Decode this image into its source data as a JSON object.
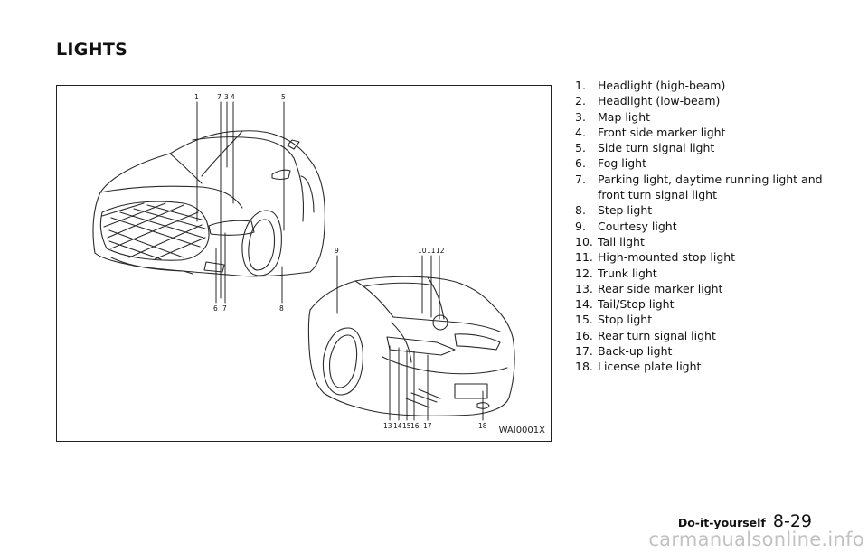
{
  "page": {
    "section_title": "LIGHTS",
    "figure_code": "WAI0001X",
    "chapter": "Do-it-yourself",
    "page_number": "8-29",
    "watermark": "carmanualsonline.info"
  },
  "figure": {
    "callouts": [
      "1",
      "7",
      "3",
      "4",
      "5",
      "6",
      "7",
      "8",
      "9",
      "10",
      "11",
      "12",
      "13",
      "14",
      "15",
      "16",
      "17",
      "18"
    ]
  },
  "legend": [
    {
      "num": "1.",
      "text": "Headlight (high-beam)"
    },
    {
      "num": "2.",
      "text": "Headlight (low-beam)"
    },
    {
      "num": "3.",
      "text": "Map light"
    },
    {
      "num": "4.",
      "text": "Front side marker light"
    },
    {
      "num": "5.",
      "text": "Side turn signal light"
    },
    {
      "num": "6.",
      "text": "Fog light"
    },
    {
      "num": "7.",
      "text": "Parking light, daytime running light and front turn signal light"
    },
    {
      "num": "8.",
      "text": "Step light"
    },
    {
      "num": "9.",
      "text": "Courtesy light"
    },
    {
      "num": "10.",
      "text": "Tail light"
    },
    {
      "num": "11.",
      "text": "High-mounted stop light"
    },
    {
      "num": "12.",
      "text": "Trunk light"
    },
    {
      "num": "13.",
      "text": "Rear side marker light"
    },
    {
      "num": "14.",
      "text": "Tail/Stop light"
    },
    {
      "num": "15.",
      "text": "Stop light"
    },
    {
      "num": "16.",
      "text": "Rear turn signal light"
    },
    {
      "num": "17.",
      "text": "Back-up light"
    },
    {
      "num": "18.",
      "text": "License plate light"
    }
  ]
}
